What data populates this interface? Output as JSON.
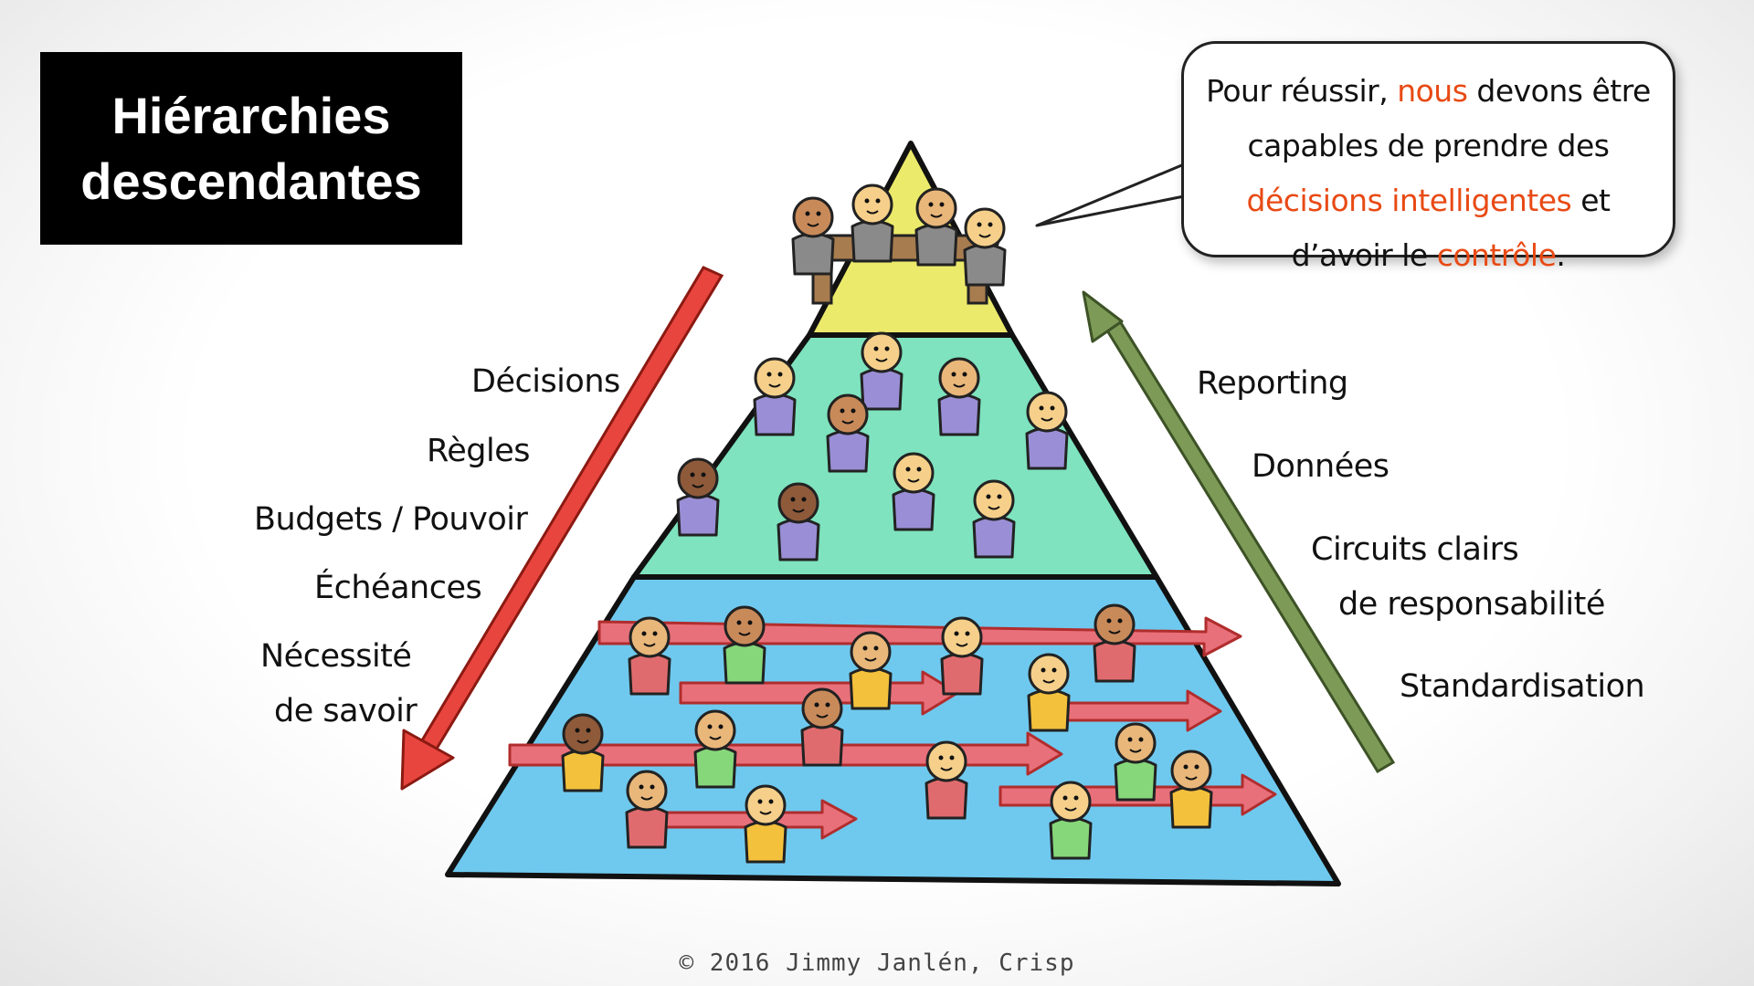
{
  "title": {
    "line1": "Hiérarchies",
    "line2": "descendantes"
  },
  "bubble": {
    "p1": "Pour réussir, ",
    "h1": "nous",
    "p2": " devons être capables de prendre des ",
    "h2": "décisions intelligentes",
    "p3": " et d’avoir le ",
    "h3": "contrôle",
    "p4": ".",
    "highlight_color": "#e84a14"
  },
  "left_labels": {
    "decisions": "Décisions",
    "regles": "Règles",
    "budgets": "Budgets / Pouvoir",
    "echeances": "Échéances",
    "necessite_1": "Nécessité",
    "necessite_2": "de savoir"
  },
  "right_labels": {
    "reporting": "Reporting",
    "donnees": "Données",
    "circuits_1": "Circuits clairs",
    "circuits_2": "de responsabilité",
    "standardisation": "Standardisation"
  },
  "copyright": "© 2016 Jimmy Janlén, Crisp",
  "colors": {
    "top_tier": "#ecea6b",
    "middle_tier": "#7ee3be",
    "bottom_tier": "#6fc9ee",
    "down_arrow": "#e8453f",
    "up_arrow": "#7d9b57",
    "managers": "#8a8a8a",
    "middle_people": "#9a8fd6",
    "bottom_people_red": "#e06b6e",
    "bottom_people_green": "#86d77a",
    "bottom_people_yellow": "#f4c13c"
  }
}
